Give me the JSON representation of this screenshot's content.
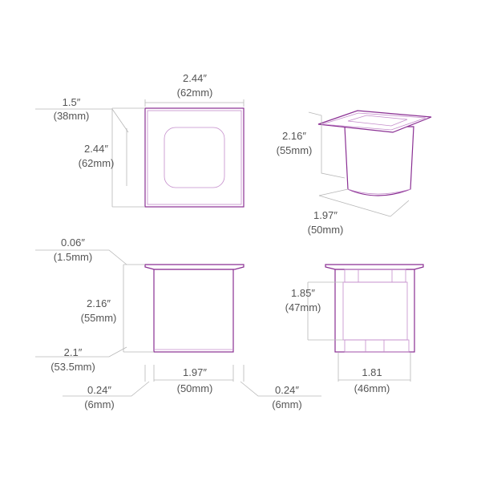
{
  "colors": {
    "outline": "#8a2f93",
    "inner_line": "#c48ccb",
    "dimension_line": "#b7b7b7",
    "text": "#555555"
  },
  "top_view": {
    "width_in": "2.44″",
    "width_mm": "(62mm)",
    "opening_in": "1.5″",
    "opening_mm": "(38mm)",
    "height_in": "2.44″",
    "height_mm": "(62mm)"
  },
  "iso_view": {
    "height_in": "2.16″",
    "height_mm": "(55mm)",
    "diameter_in": "1.97″",
    "diameter_mm": "(50mm)"
  },
  "side_view": {
    "flange_in": "0.06″",
    "flange_mm": "(1.5mm)",
    "height_in": "2.16″",
    "height_mm": "(55mm)",
    "inner_in": "2.1″",
    "inner_mm": "(53.5mm)",
    "body_in": "1.97″",
    "body_mm": "(50mm)",
    "left_lip_in": "0.24″",
    "left_lip_mm": "(6mm)",
    "right_lip_in": "0.24″",
    "right_lip_mm": "(6mm)"
  },
  "section_view": {
    "height_in": "1.85″",
    "height_mm": "(47mm)",
    "width_in": "1.81",
    "width_mm": "(46mm)"
  }
}
